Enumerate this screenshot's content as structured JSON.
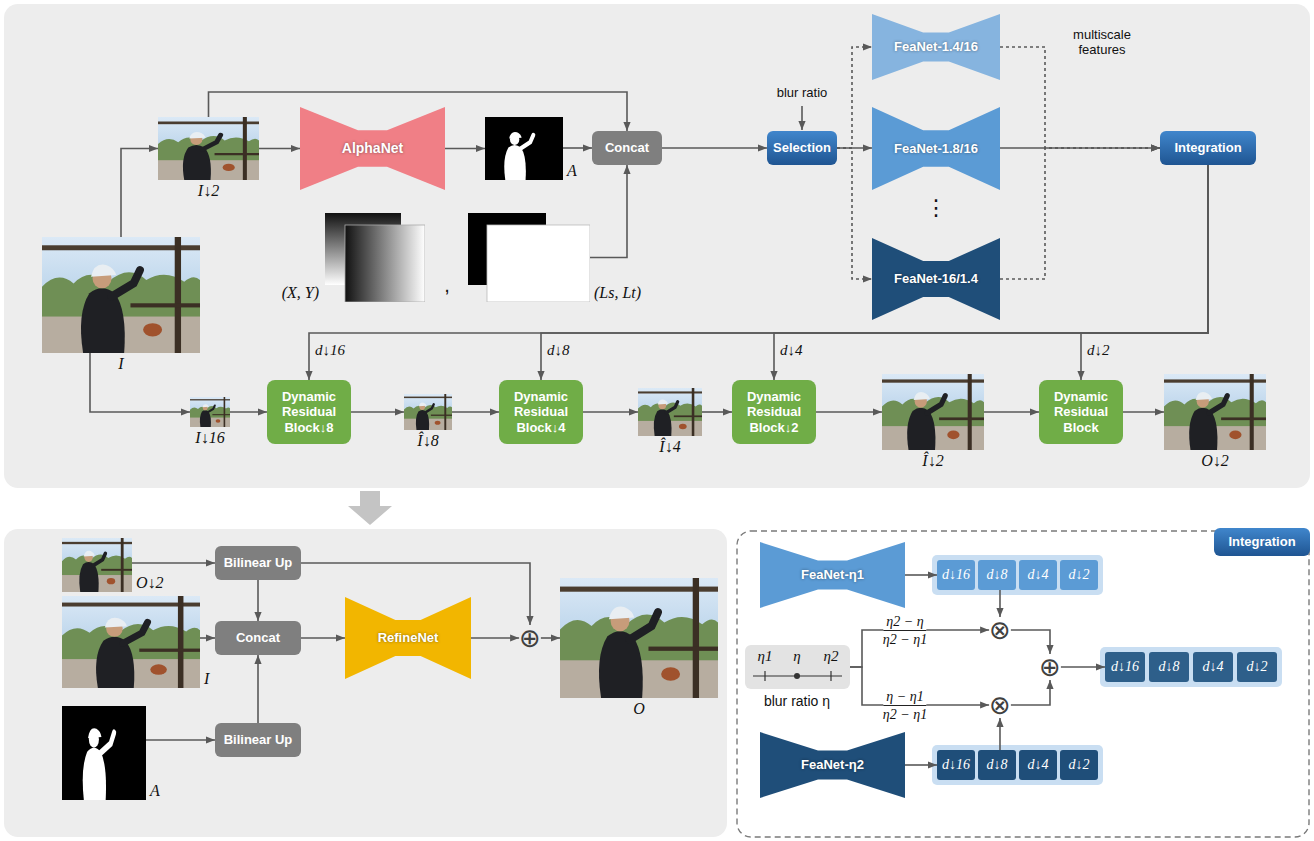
{
  "diagram": {
    "nodes": [
      {
        "text": [
          "I↓2"
        ]
      },
      {
        "text": [
          "AlphaNet"
        ]
      },
      {
        "text": [
          "A"
        ]
      },
      {
        "text": [
          "Concat"
        ]
      },
      {
        "text": [
          "Selection"
        ]
      },
      {
        "text": [
          "FeaNet-1.4/16"
        ]
      },
      {
        "text": [
          "FeaNet-1.8/16"
        ]
      },
      {
        "text": [
          "FeaNet-16/1.4"
        ]
      },
      {
        "text": [
          "Integration"
        ]
      },
      {
        "text": [
          "(X, Y)"
        ]
      },
      {
        "text": [
          "(Ls, Lt)"
        ]
      },
      {
        "text": [
          "I"
        ]
      },
      {
        "text": [
          "I↓16"
        ]
      },
      {
        "text": [
          "Dynamic Residual Block↓8"
        ]
      },
      {
        "text": [
          "Î↓8"
        ]
      },
      {
        "text": [
          "Dynamic Residual Block↓4"
        ]
      },
      {
        "text": [
          "Î↓4"
        ]
      },
      {
        "text": [
          "Dynamic Residual Block↓2"
        ]
      },
      {
        "text": [
          "Î↓2"
        ]
      },
      {
        "text": [
          "Dynamic Residual Block"
        ]
      },
      {
        "text": [
          "O↓2"
        ]
      },
      {
        "text": [
          "O↓2"
        ]
      },
      {
        "text": [
          "Bilinear Up"
        ]
      },
      {
        "text": [
          "I"
        ]
      },
      {
        "text": [
          "Concat"
        ]
      },
      {
        "text": [
          "RefineNet"
        ]
      },
      {
        "text": [
          "⊕"
        ]
      },
      {
        "text": [
          "O"
        ]
      },
      {
        "text": [
          "A"
        ]
      },
      {
        "text": [
          "Bilinear Up"
        ]
      },
      {
        "text": [
          "Integration"
        ]
      },
      {
        "text": [
          "FeaNet-η1"
        ]
      },
      {
        "text": [
          "d↓16"
        ]
      },
      {
        "text": [
          "d↓8"
        ]
      },
      {
        "text": [
          "d↓4"
        ]
      },
      {
        "text": [
          "d↓2"
        ]
      },
      {
        "text": [
          "η1",
          "η",
          "η2"
        ]
      },
      {
        "text": [
          "⊗"
        ]
      },
      {
        "text": [
          "⊕"
        ]
      },
      {
        "text": [
          "d↓16"
        ]
      },
      {
        "text": [
          "d↓8"
        ]
      },
      {
        "text": [
          "d↓4"
        ]
      },
      {
        "text": [
          "d↓2"
        ]
      },
      {
        "text": [
          "⊗"
        ]
      },
      {
        "text": [
          "d↓16"
        ]
      },
      {
        "text": [
          "d↓8"
        ]
      },
      {
        "text": [
          "d↓4"
        ]
      },
      {
        "text": [
          "d↓2"
        ]
      },
      {
        "text": [
          "FeaNet-η2"
        ]
      }
    ],
    "edges": [
      {
        "from": 11,
        "to": 0,
        "arrow": "to"
      },
      {
        "from": 0,
        "to": 1,
        "arrow": "to"
      },
      {
        "from": 1,
        "to": 2,
        "arrow": "to"
      },
      {
        "from": 0,
        "to": 3,
        "arrow": "to"
      },
      {
        "from": 2,
        "to": 3,
        "arrow": "to"
      },
      {
        "from": 10,
        "to": 3,
        "arrow": "to"
      },
      {
        "from": 3,
        "to": 4,
        "arrow": "to"
      },
      {
        "from": 4,
        "to": 5,
        "arrow": "to"
      },
      {
        "from": 4,
        "to": 6,
        "arrow": "to"
      },
      {
        "from": 4,
        "to": 7,
        "arrow": "to"
      },
      {
        "from": 5,
        "to": 8,
        "arrow": "to"
      },
      {
        "from": 6,
        "to": 8,
        "arrow": "to"
      },
      {
        "from": 7,
        "to": 8,
        "arrow": "to"
      },
      {
        "from": 8,
        "to": 13,
        "label": "d↓16",
        "arrow": "to"
      },
      {
        "from": 8,
        "to": 15,
        "label": "d↓8",
        "arrow": "to"
      },
      {
        "from": 8,
        "to": 17,
        "label": "d↓4",
        "arrow": "to"
      },
      {
        "from": 8,
        "to": 19,
        "label": "d↓2",
        "arrow": "to"
      },
      {
        "from": 11,
        "to": 12,
        "arrow": "to"
      },
      {
        "from": 12,
        "to": 13,
        "arrow": "to"
      },
      {
        "from": 13,
        "to": 14,
        "arrow": "to"
      },
      {
        "from": 14,
        "to": 15,
        "arrow": "to"
      },
      {
        "from": 15,
        "to": 16,
        "arrow": "to"
      },
      {
        "from": 16,
        "to": 17,
        "arrow": "to"
      },
      {
        "from": 17,
        "to": 18,
        "arrow": "to"
      },
      {
        "from": 18,
        "to": 19,
        "arrow": "to"
      },
      {
        "from": 19,
        "to": 20,
        "arrow": "to"
      },
      {
        "from": 21,
        "to": 22,
        "arrow": "to"
      },
      {
        "from": 22,
        "to": 24,
        "arrow": "to"
      },
      {
        "from": 22,
        "to": 26,
        "arrow": "to"
      },
      {
        "from": 23,
        "to": 24,
        "arrow": "to"
      },
      {
        "from": 28,
        "to": 29,
        "arrow": "to"
      },
      {
        "from": 29,
        "to": 24,
        "arrow": "to"
      },
      {
        "from": 24,
        "to": 25,
        "arrow": "to"
      },
      {
        "from": 25,
        "to": 26,
        "arrow": "to"
      },
      {
        "from": 26,
        "to": 27,
        "arrow": "to"
      },
      {
        "from": 31,
        "to": 32,
        "arrow": "to"
      },
      {
        "from": 33,
        "to": 37,
        "arrow": "to"
      },
      {
        "from": 36,
        "to": 37,
        "arrow": "to"
      },
      {
        "from": 37,
        "to": 38,
        "arrow": "to"
      },
      {
        "from": 43,
        "to": 38,
        "arrow": "to"
      },
      {
        "from": 38,
        "to": 39,
        "arrow": "to"
      },
      {
        "from": 36,
        "to": 43,
        "arrow": "to"
      },
      {
        "from": 48,
        "to": 44,
        "arrow": "to"
      },
      {
        "from": 45,
        "to": 43,
        "arrow": "to"
      }
    ],
    "labels": [
      "blur ratio",
      "multiscale features",
      ",",
      "⋮",
      "η2 − η",
      "η2 − η1",
      "η − η1",
      "η2 − η1",
      "blur ratio η"
    ]
  }
}
